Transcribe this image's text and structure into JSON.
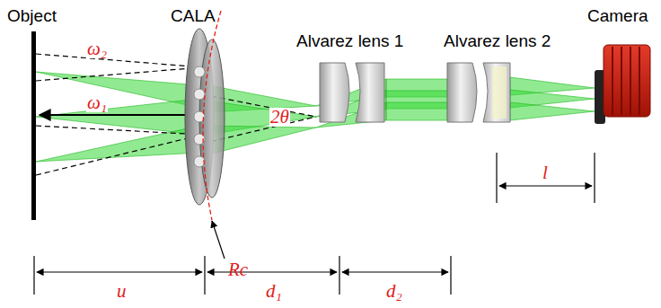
{
  "diagram": {
    "labels": [
      "Object",
      "CALA",
      "Alvarez lens 1",
      "Alvarez lens 2",
      "Camera",
      "ω₂",
      "ω₁",
      "2θ",
      "Rc",
      "u",
      "d₁",
      "d₂",
      "l"
    ]
  }
}
